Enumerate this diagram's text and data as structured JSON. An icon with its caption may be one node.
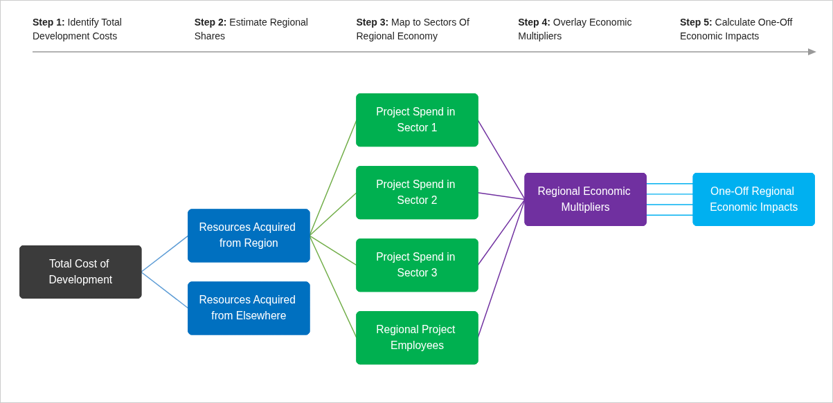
{
  "diagram": {
    "nodes": [
      {
        "text": [
          "Total Cost of Development"
        ]
      },
      {
        "text": [
          "Resources Acquired from Region"
        ]
      },
      {
        "text": [
          "Resources Acquired from Elsewhere"
        ]
      },
      {
        "text": [
          "Project Spend in Sector 1"
        ]
      },
      {
        "text": [
          "Project Spend in Sector 2"
        ]
      },
      {
        "text": [
          "Project Spend in Sector 3"
        ]
      },
      {
        "text": [
          "Regional Project Employees"
        ]
      },
      {
        "text": [
          "Regional Economic Multipliers"
        ]
      },
      {
        "text": [
          "One-Off Regional Economic Impacts"
        ]
      }
    ],
    "edges": [
      {
        "from": 0,
        "to": 1,
        "arrow": "none",
        "color": "#5b9bd5"
      },
      {
        "from": 0,
        "to": 2,
        "arrow": "none",
        "color": "#5b9bd5"
      },
      {
        "from": 1,
        "to": 3,
        "arrow": "none",
        "color": "#70ad47"
      },
      {
        "from": 1,
        "to": 4,
        "arrow": "none",
        "color": "#70ad47"
      },
      {
        "from": 1,
        "to": 5,
        "arrow": "none",
        "color": "#70ad47"
      },
      {
        "from": 1,
        "to": 6,
        "arrow": "none",
        "color": "#70ad47"
      },
      {
        "from": 3,
        "to": 7,
        "arrow": "none",
        "color": "#7030a0"
      },
      {
        "from": 4,
        "to": 7,
        "arrow": "none",
        "color": "#7030a0"
      },
      {
        "from": 5,
        "to": 7,
        "arrow": "none",
        "color": "#7030a0"
      },
      {
        "from": 6,
        "to": 7,
        "arrow": "none",
        "color": "#7030a0"
      },
      {
        "from": 7,
        "to": 8,
        "arrow": "none",
        "color": "#00b0f0"
      },
      {
        "from": 7,
        "to": 8,
        "arrow": "none",
        "color": "#00b0f0"
      },
      {
        "from": 7,
        "to": 8,
        "arrow": "none",
        "color": "#00b0f0"
      },
      {
        "from": 7,
        "to": 8,
        "arrow": "none",
        "color": "#00b0f0"
      }
    ],
    "labels": [
      "**Step 1:** Identify Total Development Costs",
      "**Step 2:** Estimate Regional Shares",
      "**Step 3:** Map to Sectors Of Regional Economy",
      "**Step 4:** Overlay Economic Multipliers",
      "**Step 5:** Calculate One-Off Economic Impacts"
    ]
  }
}
